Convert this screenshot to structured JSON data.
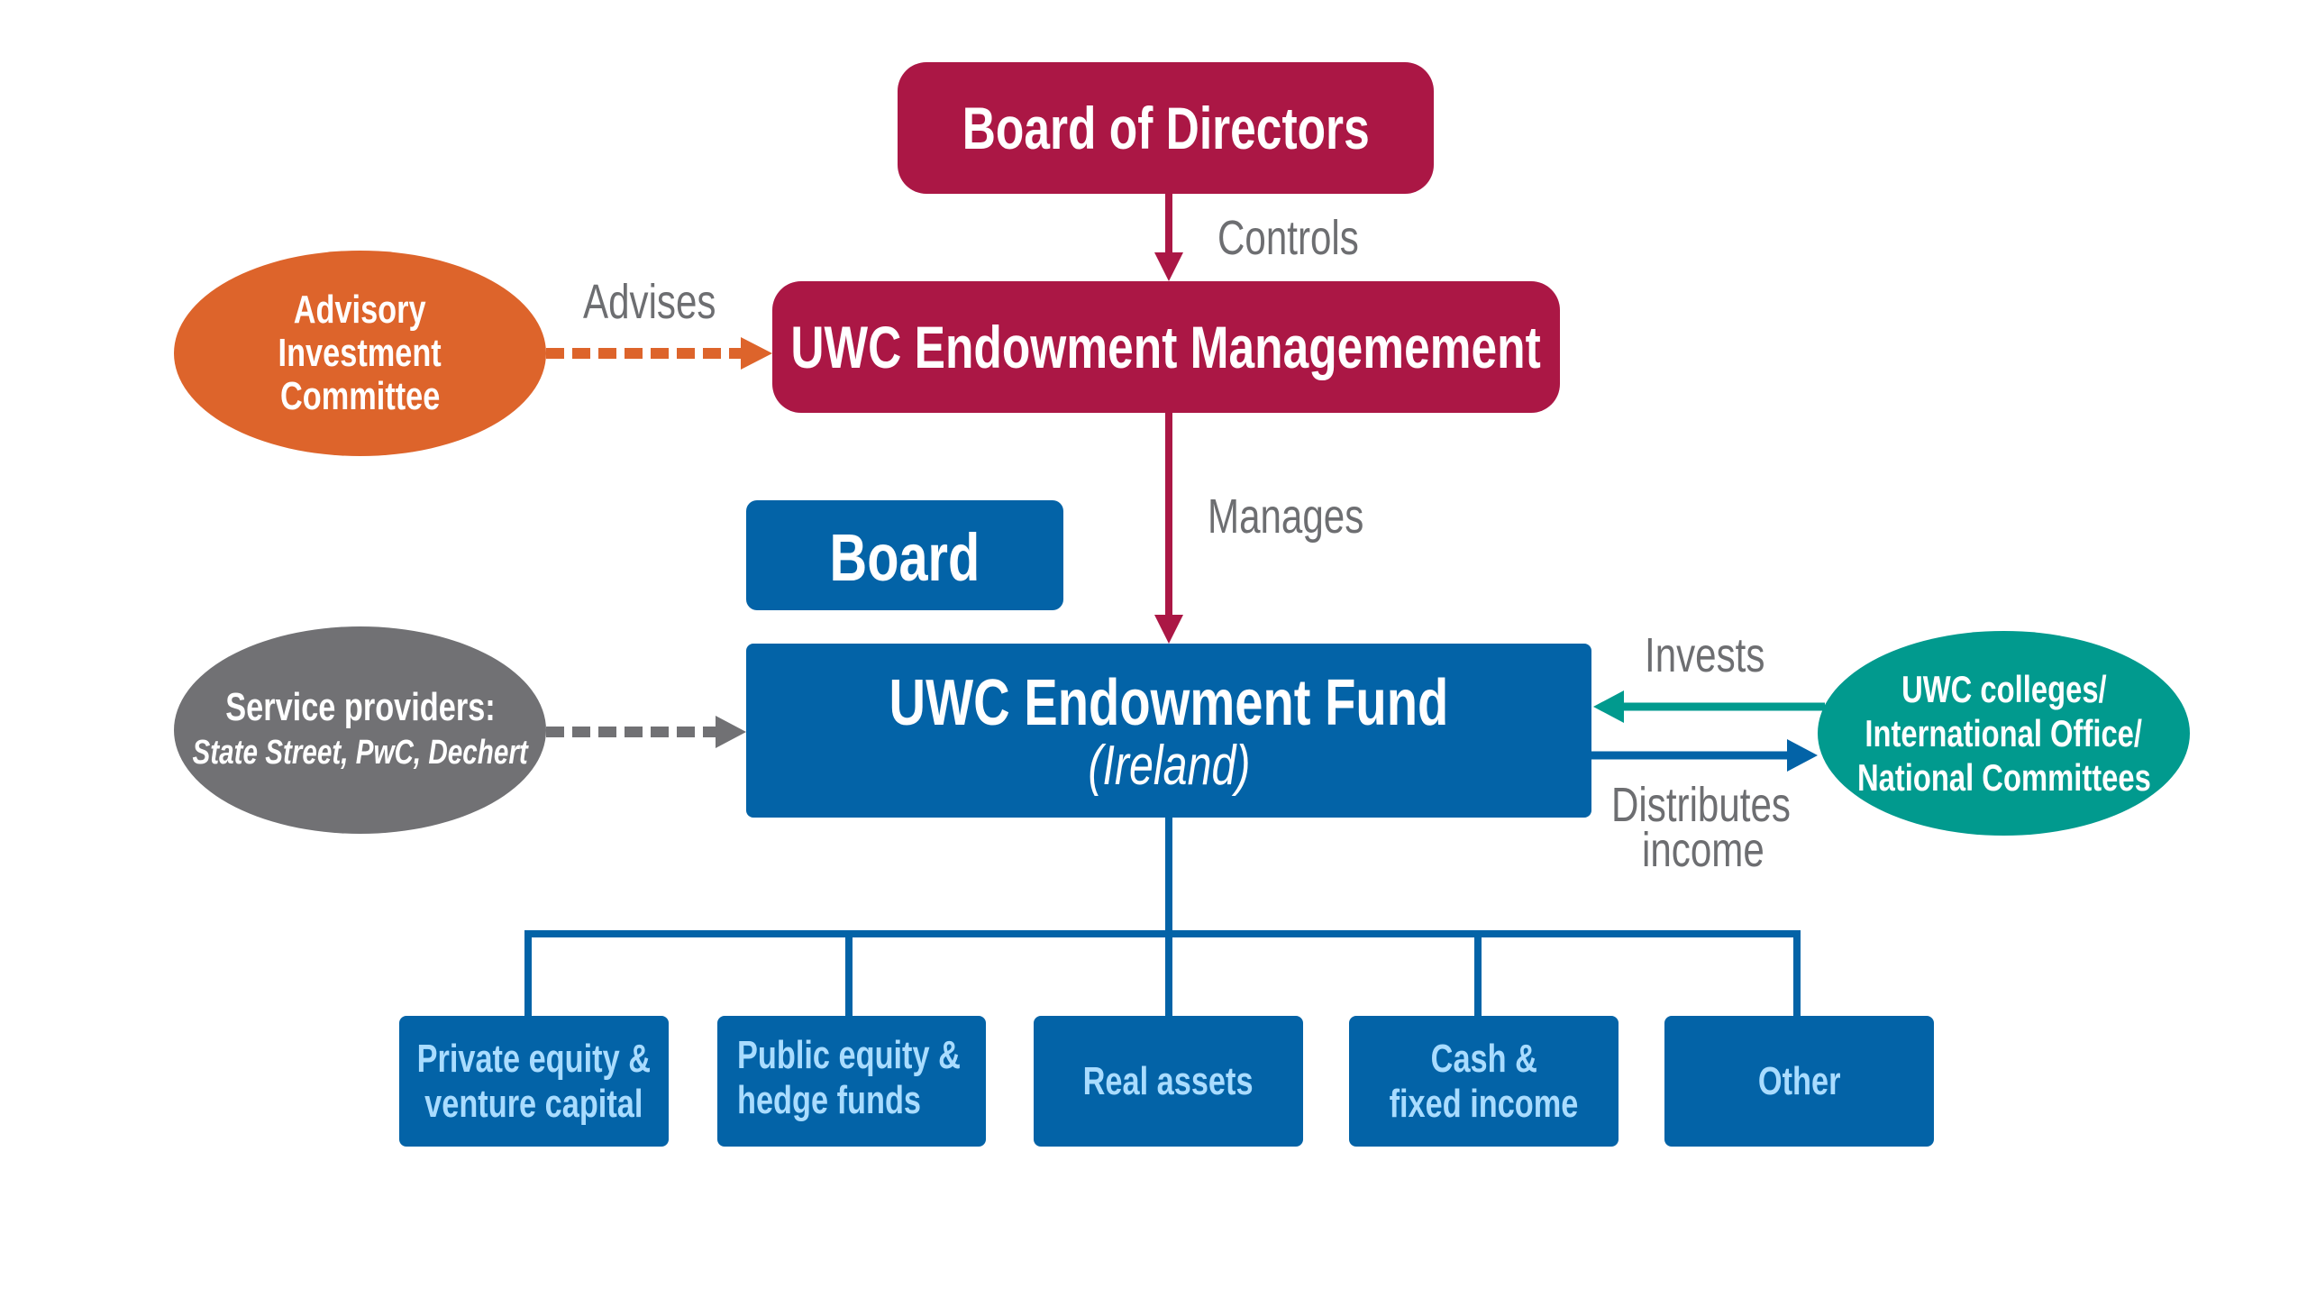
{
  "nodes": {
    "board_of_directors": "Board of Directors",
    "endowment_management": "UWC Endowment Managemement",
    "advisory_committee": [
      "Advisory",
      "Investment",
      "Committee"
    ],
    "board": "Board",
    "fund_title": "UWC Endowment Fund",
    "fund_subtitle": "(Ireland)",
    "service_providers_title": "Service providers:",
    "service_providers_list": "State Street, PwC, Dechert",
    "uwc_entities": [
      "UWC colleges/",
      "International Office/",
      "National Committees"
    ]
  },
  "edges": {
    "controls": "Controls",
    "advises": "Advises",
    "manages": "Manages",
    "invests": "Invests",
    "distributes": [
      "Distributes",
      "income"
    ]
  },
  "asset_classes": [
    [
      "Private equity &",
      "venture capital"
    ],
    [
      "Public equity &",
      "hedge funds"
    ],
    [
      "Real assets"
    ],
    [
      "Cash &",
      "fixed income"
    ],
    [
      "Other"
    ]
  ],
  "colors": {
    "crimson": "#ab1745",
    "blue": "#0363a7",
    "orange": "#dd642b",
    "grey": "#717174",
    "teal": "#019a8e",
    "label_grey": "#6d6e71",
    "asset_text": "#a9dcff"
  }
}
